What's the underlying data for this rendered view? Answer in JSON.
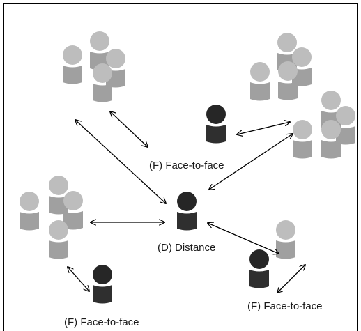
{
  "labels": {
    "distance": "(D) Distance",
    "ftf_top": "(F) Face-to-face",
    "ftf_bottom_right": "(F) Face-to-face",
    "ftf_bottom_left": "(F) Face-to-face"
  },
  "colors": {
    "distance_learner": "#2a2a2a",
    "f2f_learner_dark": "#2a2a2a",
    "group_member": "#b5b5b5",
    "group_member_body": "#a0a0a0",
    "arrow": "#000000",
    "frame": "#000000"
  },
  "icons": {
    "person": "person-icon",
    "arrow": "double-headed-arrow"
  }
}
